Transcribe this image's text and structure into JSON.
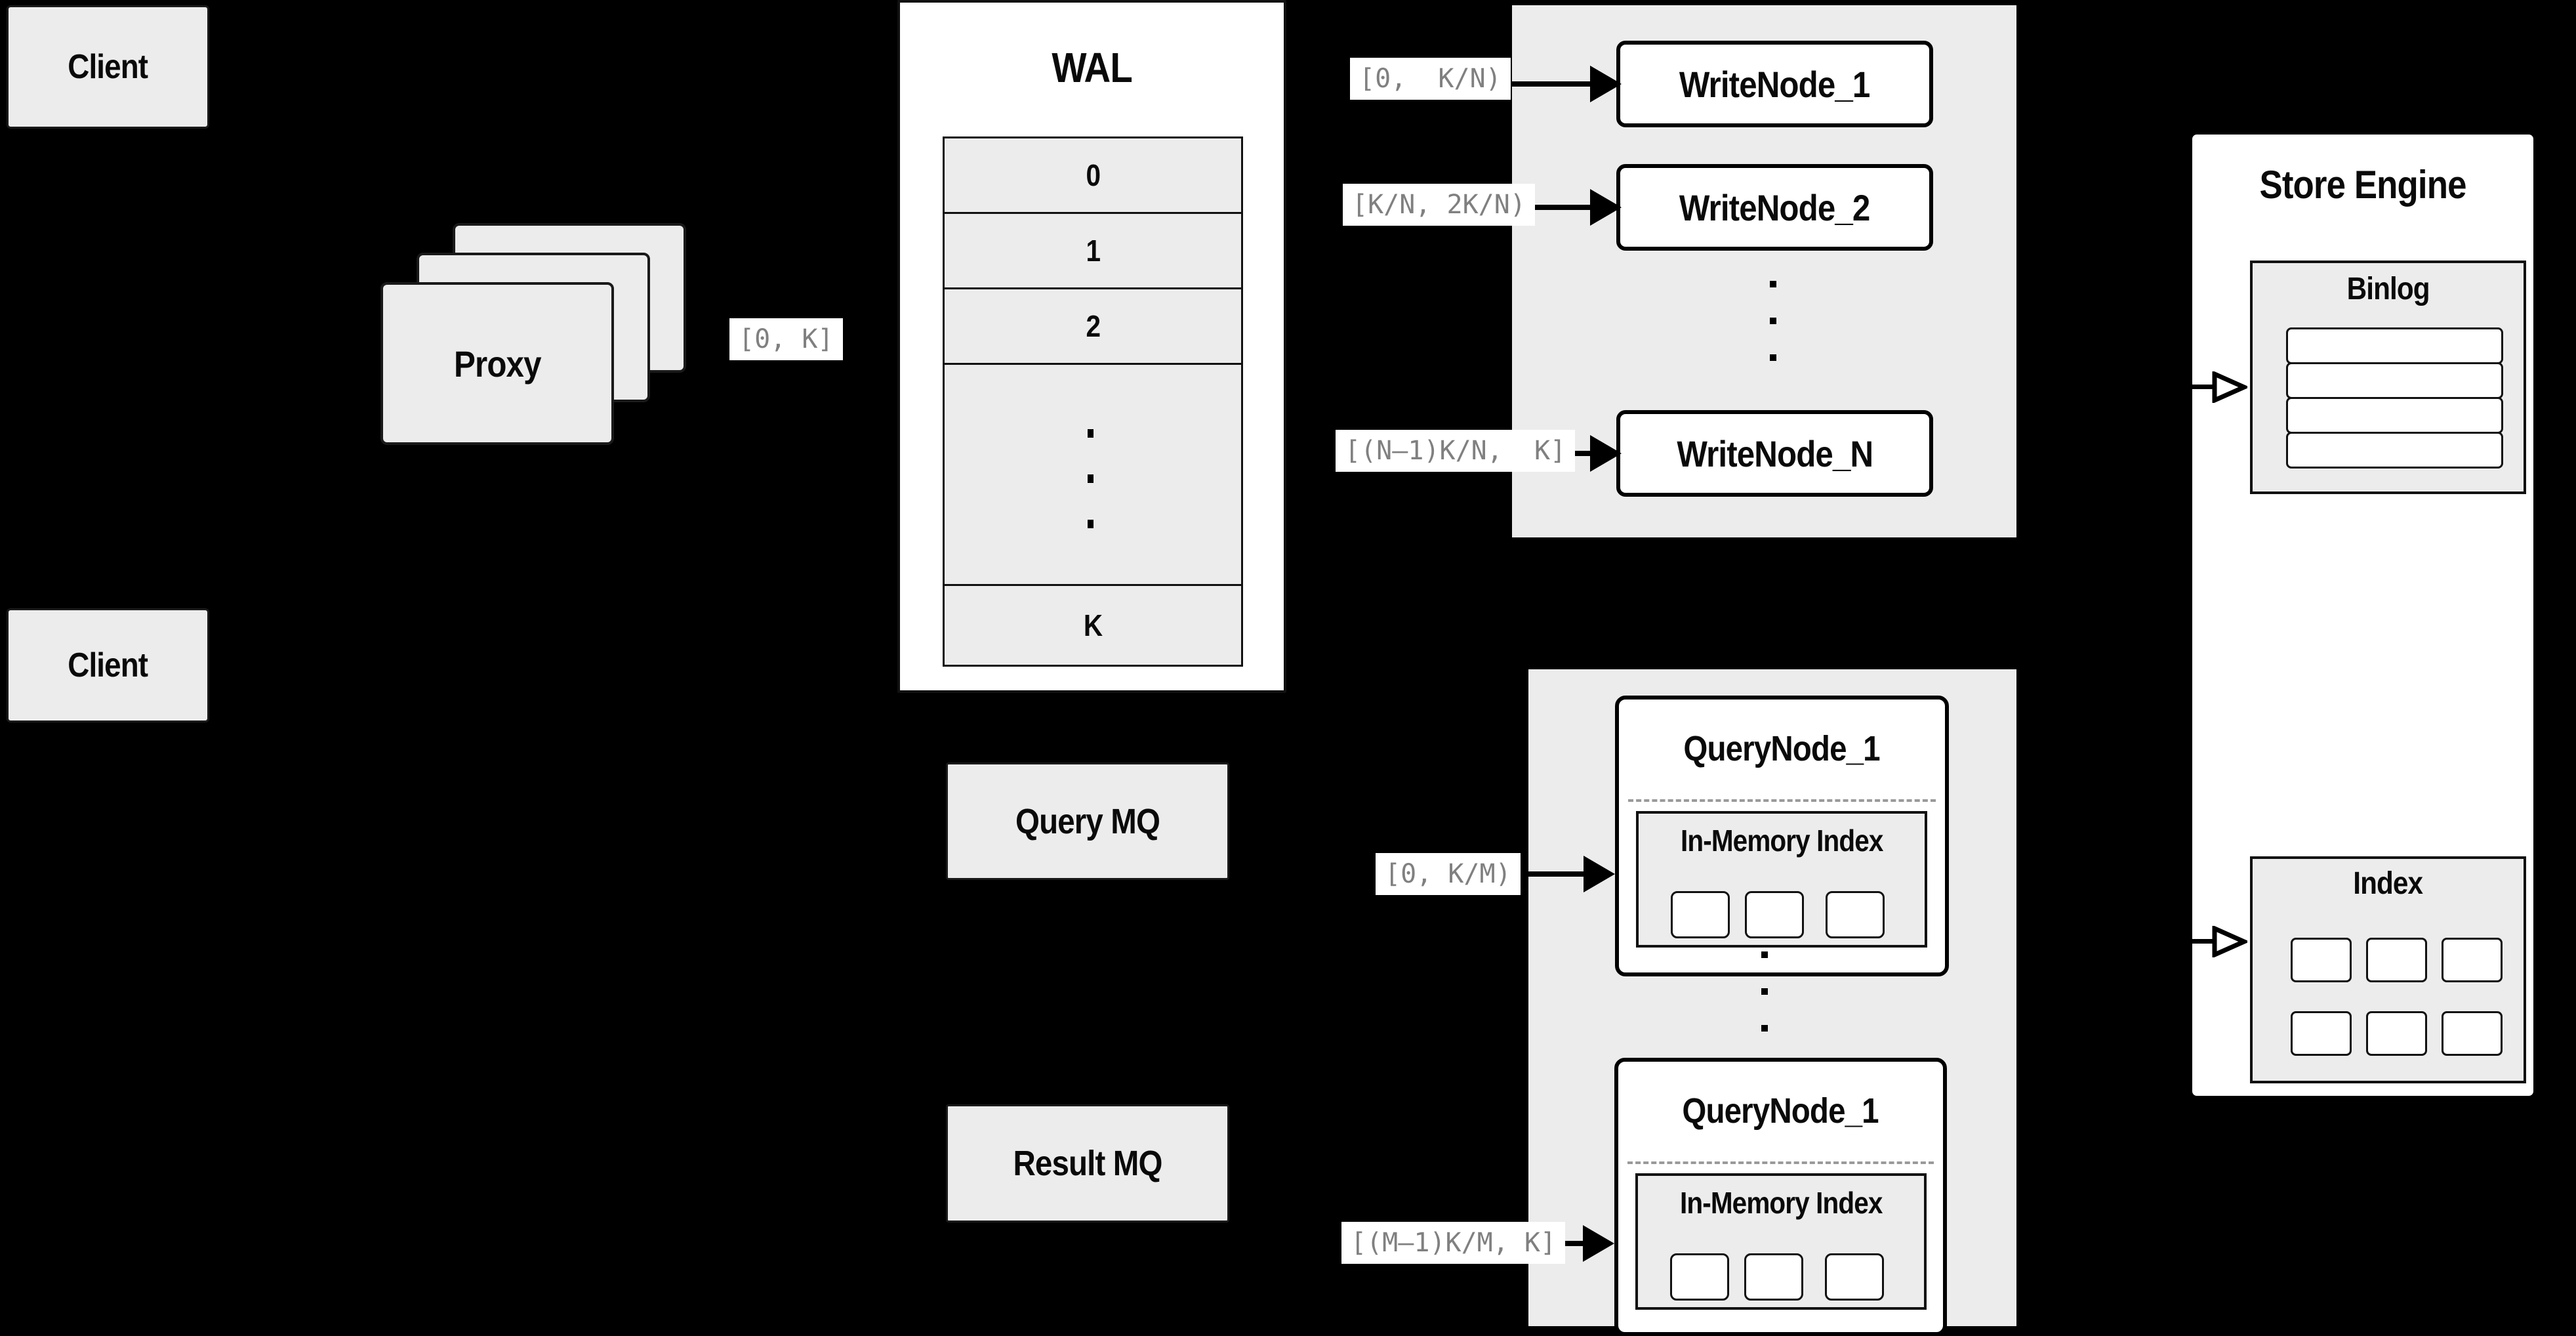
{
  "colors": {
    "background": "#000000",
    "panel_fill": "#ececec",
    "node_fill": "#ffffff",
    "border": "#111111",
    "range_label_text": "#808080"
  },
  "client_top": {
    "label": "Client"
  },
  "client_bottom": {
    "label": "Client"
  },
  "proxy": {
    "label": "Proxy"
  },
  "labels": {
    "proxy_to_wal": "[0, K]",
    "to_writenode_1": "[0,  K/N)",
    "to_writenode_2": "[K/N, 2K/N)",
    "to_writenode_n": "[(N–1)K/N,  K]",
    "to_querynode_1": "[0, K/M)",
    "to_querynode_m": "[(M–1)K/M, K]"
  },
  "wal": {
    "title": "WAL",
    "segments": [
      "0",
      "1",
      "2"
    ],
    "last_segment": "K"
  },
  "write_nodes": {
    "node_1": "WriteNode_1",
    "node_2": "WriteNode_2",
    "node_n": "WriteNode_N"
  },
  "store_engine": {
    "title": "Store Engine",
    "binlog_title": "Binlog",
    "binlog_rows": 4,
    "index_title": "Index",
    "index_cells": 6
  },
  "mq": {
    "query": "Query MQ",
    "result": "Result MQ"
  },
  "query_nodes": {
    "node_top": {
      "title": "QueryNode_1",
      "subtitle": "In-Memory Index",
      "cells": 3
    },
    "node_bottom": {
      "title": "QueryNode_1",
      "subtitle": "In-Memory Index",
      "cells": 3
    }
  }
}
